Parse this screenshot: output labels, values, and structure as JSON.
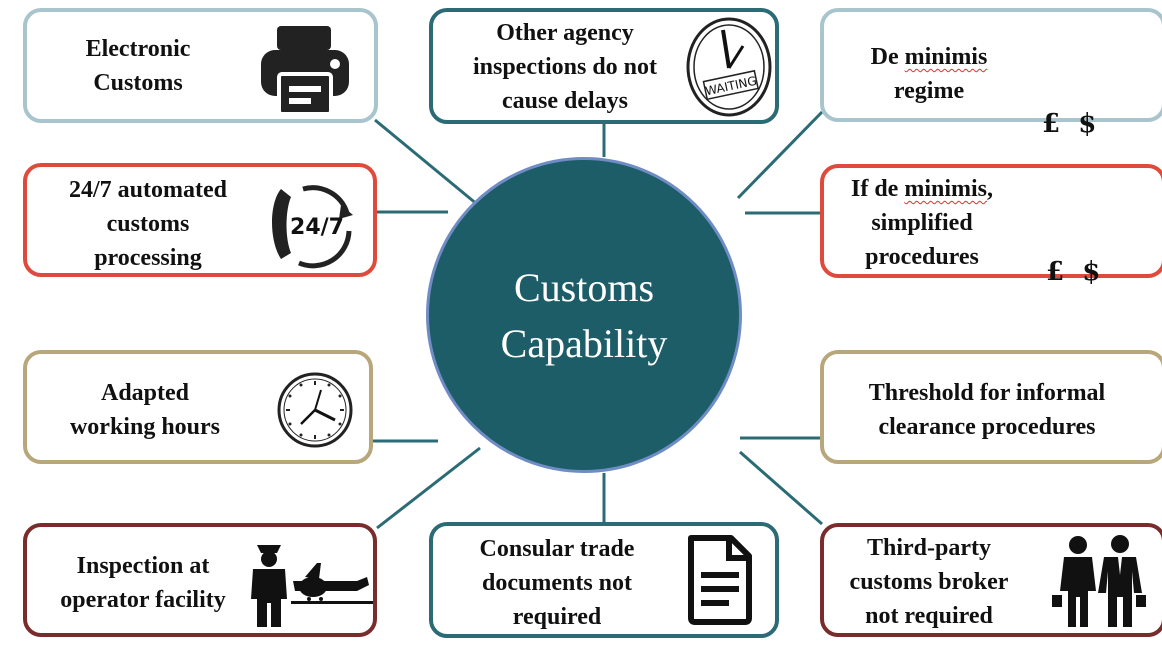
{
  "center": {
    "line1": "Customs",
    "line2": "Capability"
  },
  "boxes": {
    "electronic": {
      "lines": [
        "Electronic",
        "Customs"
      ],
      "icon": "printer-icon",
      "color": "#a8c4cc"
    },
    "agency": {
      "lines": [
        "Other agency",
        "inspections do not",
        "cause delays"
      ],
      "icon": "waiting-clock-icon",
      "clock_text": "WAITING",
      "color": "#2b6b75"
    },
    "deminimis": {
      "line1": "De ",
      "line1_wavy": "minimis",
      "line2": "regime",
      "currency_row1": "£  $",
      "currency_row2": "¥  €",
      "color": "#a8c4cc"
    },
    "automated": {
      "lines": [
        "24/7 automated",
        "customs",
        "processing"
      ],
      "icon": "phone-24-7-icon",
      "icon_text": "24/7",
      "color": "#e04a3c"
    },
    "simplified": {
      "line1": "If de ",
      "line1_wavy": "minimis",
      "line1_end": ",",
      "line2": "simplified",
      "line3": "procedures",
      "currency_row1": "£  $",
      "currency_row2": "¥  €",
      "color": "#e04a3c"
    },
    "hours": {
      "lines": [
        "Adapted",
        "working hours"
      ],
      "icon": "wall-clock-icon",
      "color": "#b8a77a"
    },
    "threshold": {
      "lines": [
        "Threshold for informal",
        "clearance procedures"
      ],
      "color": "#b8a77a"
    },
    "inspection": {
      "lines": [
        "Inspection at",
        "operator facility"
      ],
      "icon": "pilot-airplane-icon",
      "color": "#7a2b2b"
    },
    "consular": {
      "lines": [
        "Consular trade",
        "documents not",
        "required"
      ],
      "icon": "document-icon",
      "color": "#2b6b75"
    },
    "broker": {
      "lines": [
        "Third-party",
        "customs broker",
        "not required"
      ],
      "icon": "business-people-icon",
      "color": "#7a2b2b"
    }
  },
  "colors": {
    "hub_fill": "#1d5d68",
    "connector": "#2b6b75"
  }
}
